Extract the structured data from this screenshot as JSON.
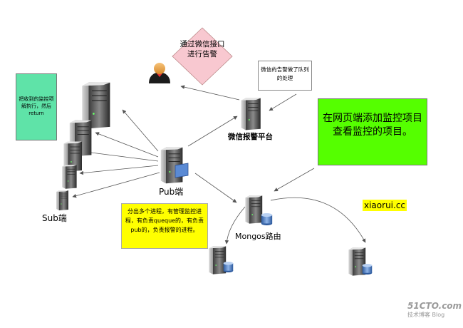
{
  "labels": {
    "sub": "Sub端",
    "pub": "Pub端",
    "wechat_platform": "微信报警平台",
    "mongos": "Mongos路由"
  },
  "notes": {
    "sub_note": "把收到的监控项解执行，然后return",
    "wechat_alarm": "通过微信接口进行告警",
    "queue_note": "微信的告警做了队列的处理",
    "web_note": "在网页端添加监控项目查看监控的项目。",
    "pub_note": "分出多个进程，有管理监控进程，有负责queque的，有负责pub的，负责报警的进程。"
  },
  "watermark": "xiaorui.cc",
  "logo": {
    "main": "51CTO.com",
    "sub": "技术博客  Blog"
  },
  "colors": {
    "sub_note_bg": "#5fe3a8",
    "pub_note_bg": "#ffff00",
    "web_note_bg": "#55ff00",
    "diamond_bg": "#f8c8d0",
    "watermark_bg": "#ffff00"
  },
  "icons": [
    "server-icon",
    "database-server-icon",
    "person-icon"
  ]
}
